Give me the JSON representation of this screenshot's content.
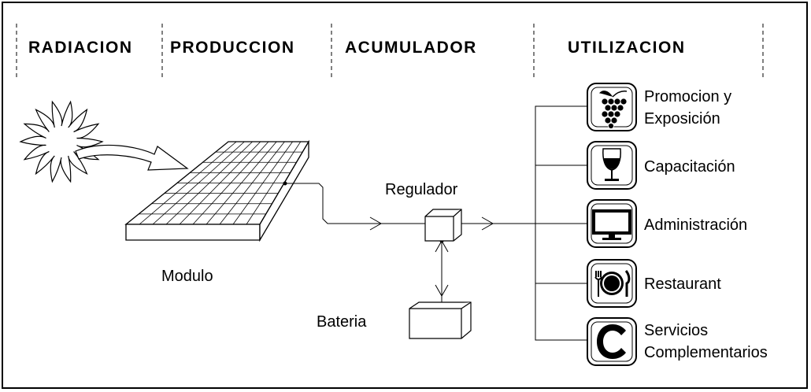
{
  "sections": [
    "RADIACION",
    "PRODUCCION",
    "ACUMULADOR",
    "UTILIZACION"
  ],
  "components": {
    "module": "Modulo",
    "regulator": "Regulador",
    "battery": "Bateria"
  },
  "uses": [
    {
      "line1": "Promocion y",
      "line2": "Exposición",
      "icon": "grapes-icon"
    },
    {
      "line1": "Capacitación",
      "line2": "",
      "icon": "wine-glass-icon"
    },
    {
      "line1": "Administración",
      "line2": "",
      "icon": "monitor-icon"
    },
    {
      "line1": "Restaurant",
      "line2": "",
      "icon": "plate-cutlery-icon"
    },
    {
      "line1": "Servicios",
      "line2": "Complementarios",
      "icon": "letter-c-icon"
    }
  ]
}
